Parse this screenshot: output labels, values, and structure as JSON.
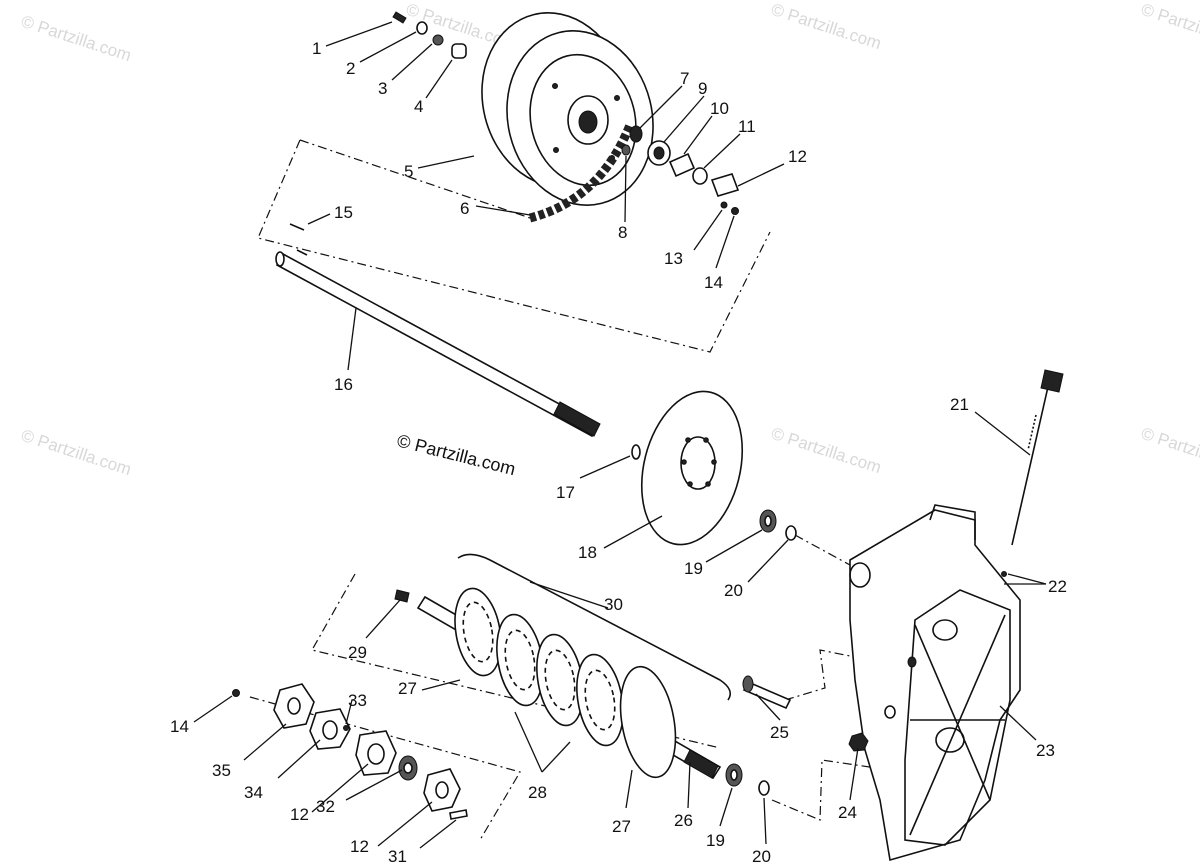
{
  "watermark": "© Partzilla.com",
  "copyright": "© Partzilla.com",
  "callouts": [
    "1",
    "2",
    "3",
    "4",
    "5",
    "6",
    "7",
    "8",
    "9",
    "10",
    "11",
    "12",
    "13",
    "14",
    "15",
    "16",
    "17",
    "18",
    "19",
    "20",
    "21",
    "22",
    "23",
    "24",
    "25",
    "26",
    "27",
    "28",
    "29",
    "30",
    "31",
    "32",
    "33",
    "34",
    "35"
  ],
  "repeat_callouts": {
    "12b": "12",
    "12c": "12",
    "14b": "14",
    "19b": "19",
    "20b": "20",
    "27b": "27"
  }
}
